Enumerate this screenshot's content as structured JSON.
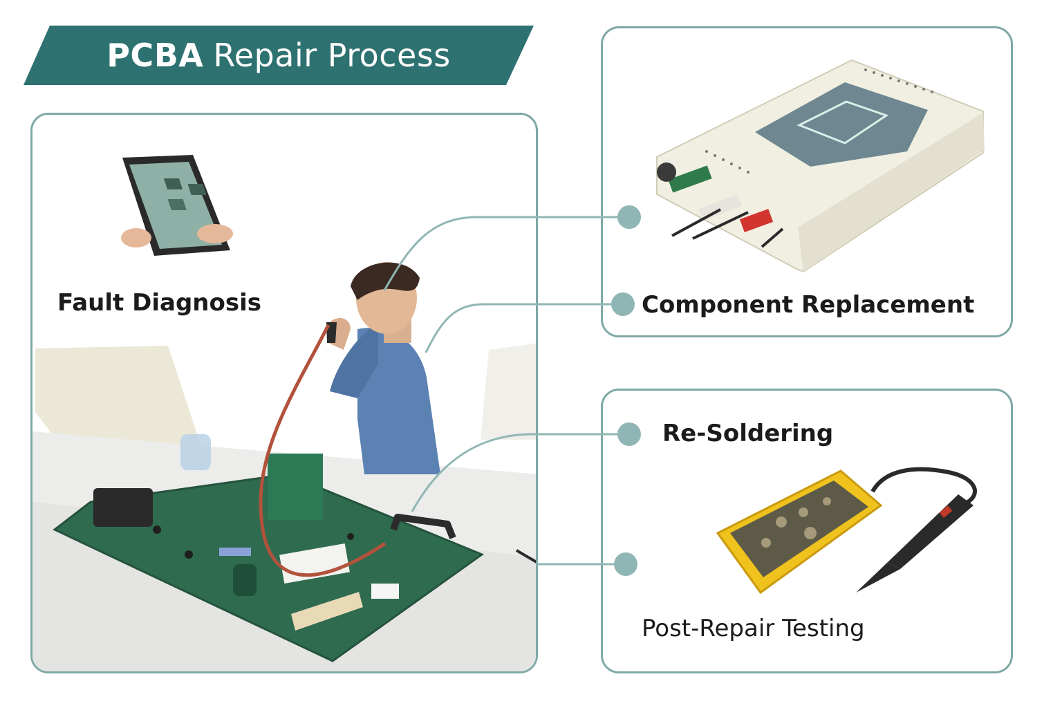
{
  "title": {
    "bold": "PCBA",
    "rest": "Repair Process"
  },
  "steps": {
    "fault_diagnosis": "Fault Diagnosis",
    "component_replacement": "Component Replacement",
    "re_soldering": "Re-Soldering",
    "post_repair_testing": "Post-Repair Testing"
  },
  "colors": {
    "banner": "#2d7170",
    "panel_border": "#7ea8a6",
    "connector": "#8fb6b4",
    "pcb_green": "#2f6b4f",
    "tester_yellow": "#f0c21e"
  },
  "icons": [
    "tablet-icon",
    "component-kit-icon",
    "technician-illustration",
    "pcb-board-icon",
    "multimeter-icon",
    "probe-icon"
  ]
}
